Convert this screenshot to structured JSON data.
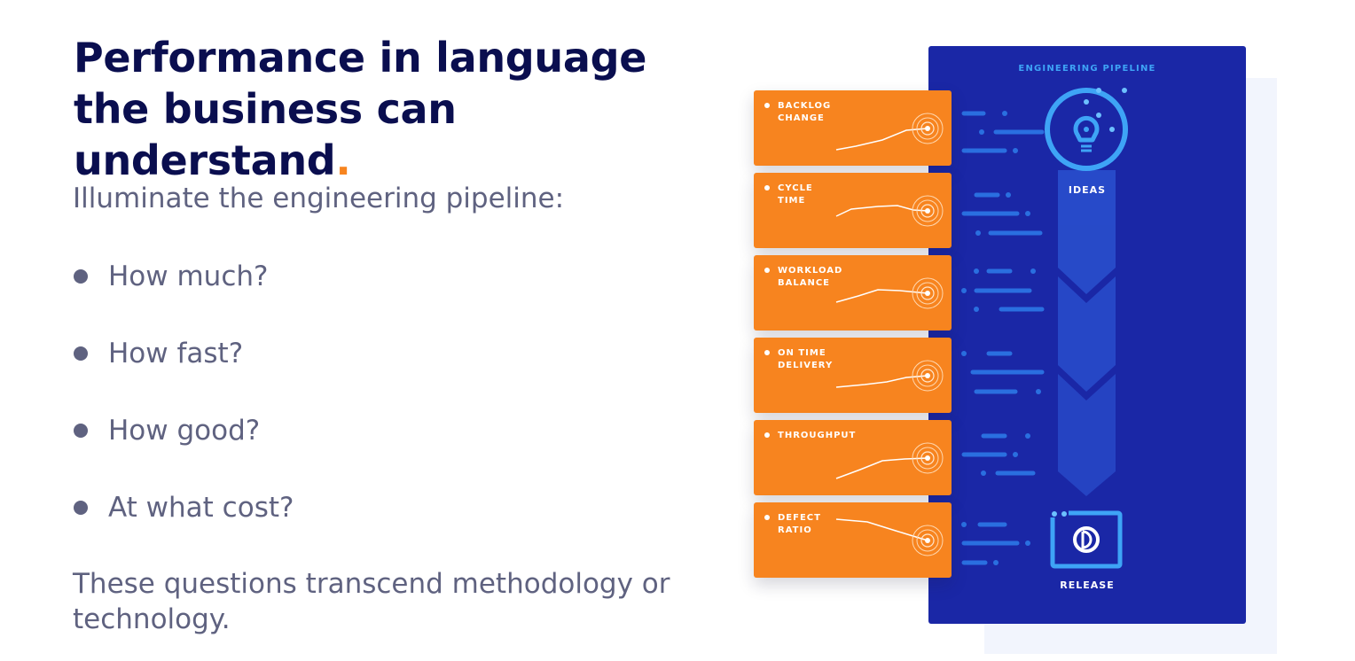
{
  "headline": {
    "text": "Performance in language the business can understand",
    "accent_char": "."
  },
  "intro": "Illuminate the engineering pipeline:",
  "questions": [
    "How much?",
    "How fast?",
    "How good?",
    "At what cost?"
  ],
  "closing": "These questions transcend methodology or technology.",
  "pipeline": {
    "title": "ENGINEERING PIPELINE",
    "start_label": "IDEAS",
    "end_label": "RELEASE"
  },
  "metrics": [
    {
      "label": "BACKLOG\nCHANGE",
      "trend": "up"
    },
    {
      "label": "CYCLE\nTIME",
      "trend": "flat"
    },
    {
      "label": "WORKLOAD\nBALANCE",
      "trend": "flat"
    },
    {
      "label": "ON TIME\nDELIVERY",
      "trend": "up"
    },
    {
      "label": "THROUGHPUT",
      "trend": "up"
    },
    {
      "label": "DEFECT\nRATIO",
      "trend": "down"
    }
  ],
  "colors": {
    "navy": "#0a0e4f",
    "accent_orange": "#f7841f",
    "panel_blue": "#1a27a6",
    "light_blue": "#3ea4f6",
    "body_gray": "#5f6280"
  },
  "icons": [
    "lightbulb-icon",
    "release-logo-icon"
  ]
}
